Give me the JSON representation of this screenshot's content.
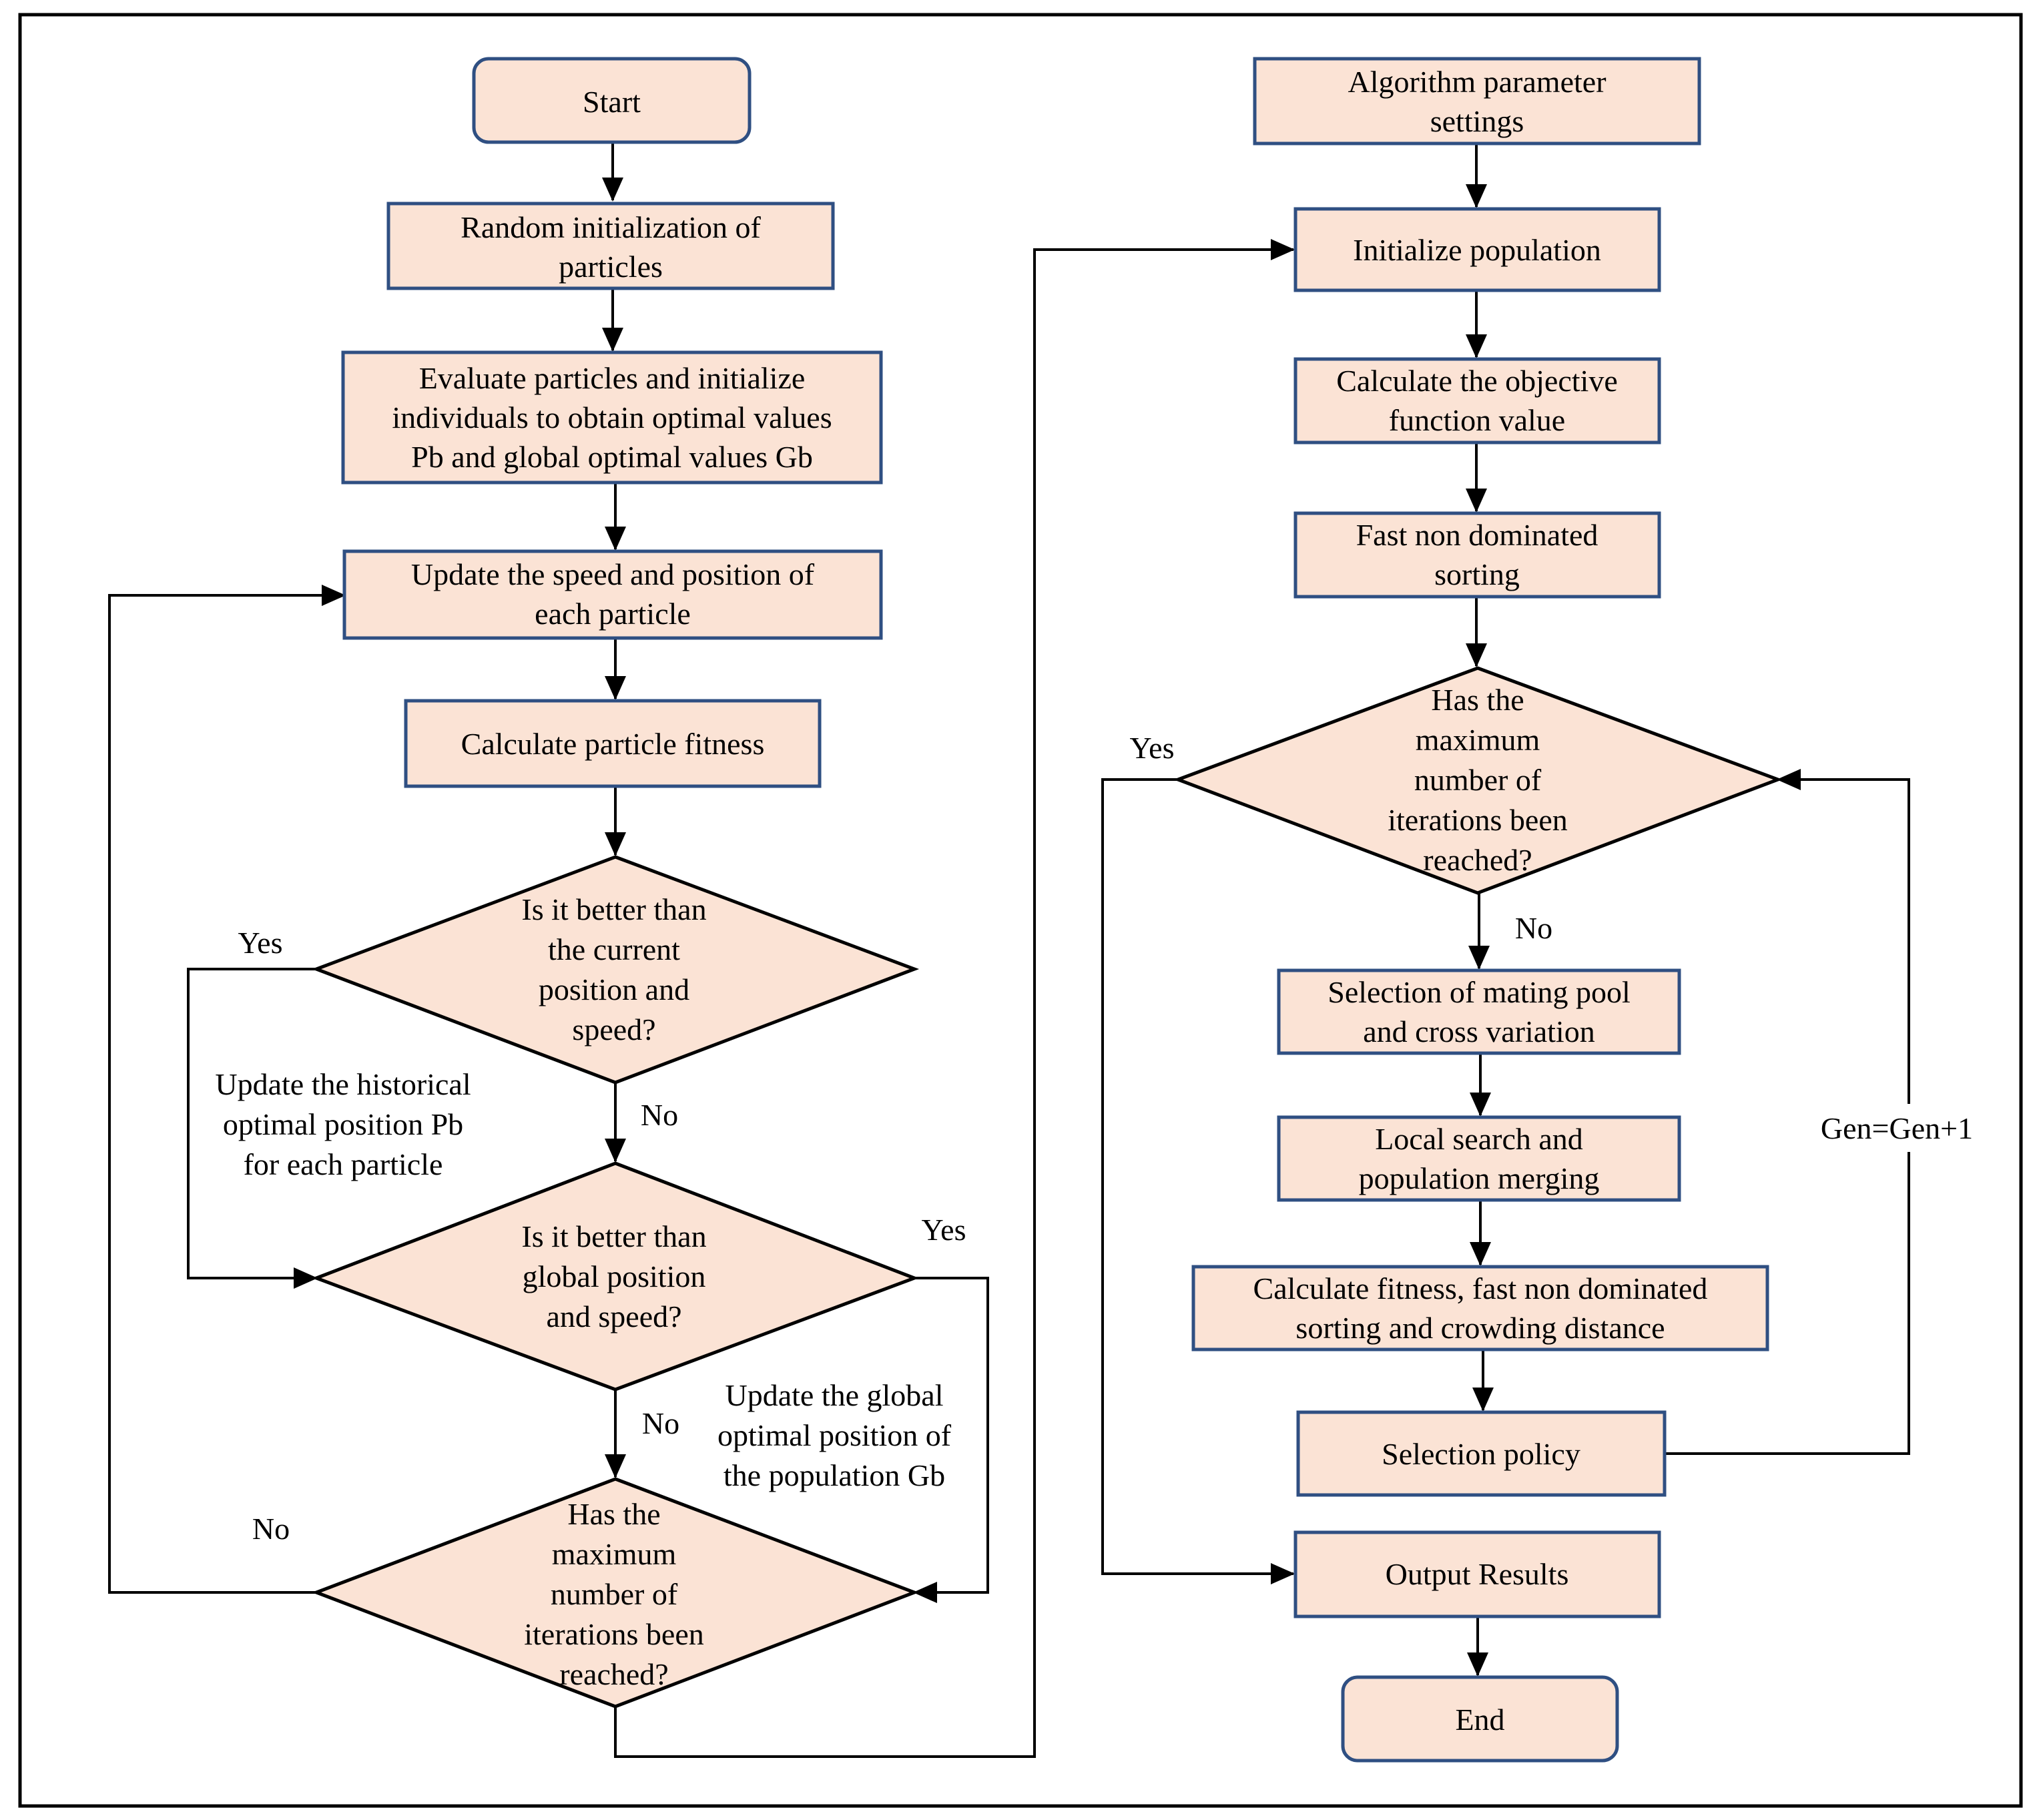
{
  "flowchart": {
    "pso": {
      "start": "Start",
      "random_init": [
        "Random initialization of",
        "particles"
      ],
      "evaluate": [
        "Evaluate particles and initialize",
        "individuals to obtain optimal values",
        "Pb and global optimal values Gb"
      ],
      "update_speed": [
        "Update the speed and position of",
        "each particle"
      ],
      "calc_fitness": "Calculate particle fitness",
      "decision_current": [
        "Is it better than",
        "the current",
        "position and",
        "speed?"
      ],
      "decision_global": [
        "Is it better than",
        "global position",
        "and speed?"
      ],
      "decision_max": [
        "Has the",
        "maximum",
        "number of",
        "iterations been",
        "reached?"
      ],
      "note_pb": [
        "Update the historical",
        "optimal position Pb",
        "for each particle"
      ],
      "note_gb": [
        "Update the global",
        "optimal position of",
        "the population Gb"
      ],
      "yes_current": "Yes",
      "no_current": "No",
      "yes_global": "Yes",
      "no_global": "No",
      "no_max": "No"
    },
    "nsga": {
      "params": [
        "Algorithm parameter",
        "settings"
      ],
      "init_pop": "Initialize population",
      "objective": [
        "Calculate the objective",
        "function value"
      ],
      "sorting": [
        "Fast non dominated",
        "sorting"
      ],
      "decision_max": [
        "Has the",
        "maximum",
        "number of",
        "iterations been",
        "reached?"
      ],
      "mating": [
        "Selection of mating pool",
        "and cross variation"
      ],
      "local_search": [
        "Local search and",
        "population merging"
      ],
      "calc_fitness": [
        "Calculate fitness, fast non dominated",
        "sorting and crowding distance"
      ],
      "selection": "Selection policy",
      "output": "Output Results",
      "end": "End",
      "yes_label": "Yes",
      "no_label": "No",
      "gen_label": "Gen=Gen+1"
    }
  },
  "colors": {
    "node_fill": "#fbe3d5",
    "rect_stroke": "#2f4f82",
    "diamond_stroke": "#000000",
    "line": "#000000"
  }
}
